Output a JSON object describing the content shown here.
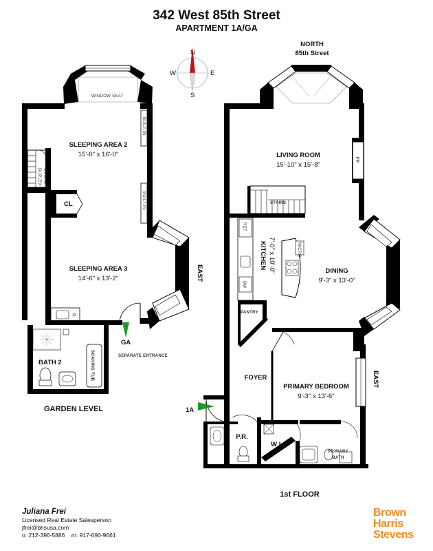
{
  "header": {
    "address": "342 West 85th Street",
    "unit": "APARTMENT 1A/GA"
  },
  "compass": {
    "n": "N",
    "s": "S",
    "e": "E",
    "w": "W"
  },
  "orientation": {
    "north_label": "NORTH",
    "street_label": "85th Street",
    "east_label_1": "EAST",
    "east_label_2": "EAST"
  },
  "garden": {
    "level_label": "GARDEN LEVEL",
    "window_seat": "WINDOW SEAT",
    "builtin_1": "BUILT-IN",
    "builtin_2": "BUILT-IN",
    "duplex_stairs_1": "DUPLEX",
    "duplex_stairs_2": "STAIRS",
    "closet": "CL",
    "sleeping2_name": "SLEEPING AREA 2",
    "sleeping2_dim": "15'-0\" x 16'-0\"",
    "sleeping3_name": "SLEEPING AREA 3",
    "sleeping3_dim": "14'-6\" x 13'-2\"",
    "bath_name": "BATH 2",
    "soaking_tub": "SOAKING TUB",
    "entrance_marker": "GA",
    "entrance_label": "SEPARATE ENTRANCE"
  },
  "first_floor": {
    "level_label": "1st FLOOR",
    "fireplace": "FP",
    "living_name": "LIVING ROOM",
    "living_dim": "15'-10\" x 15'-8\"",
    "stairs": "STAIRS",
    "kitchen_name": "KITCHEN",
    "kitchen_dim": "7'-0\" x 10'-0\"",
    "ref": "REF",
    "dw": "DW",
    "micro": "MICRO",
    "dining_name": "DINING",
    "dining_dim": "9'-3\" x 13'-0\"",
    "pantry": "PANTRY",
    "foyer": "FOYER",
    "bedroom_name": "PRIMARY BEDROOM",
    "bedroom_dim": "9'-3\" x 13'-6\"",
    "entrance_marker": "1A",
    "powder_room": "P.R.",
    "wic": "W I C",
    "primary_bath_1": "PRIMARY",
    "primary_bath_2": "BATH"
  },
  "agent": {
    "name": "Juliana Frei",
    "title": "Licensed Real Estate Salesperson",
    "email": "jfrei@bhsusa.com",
    "phones": "o: 212-396-5886    m: 917-690-9661"
  },
  "brand": {
    "line1": "Brown",
    "line2": "Harris",
    "line3": "Stevens",
    "color": "#ec8a22"
  },
  "colors": {
    "wall": "#000000",
    "arrow_green": "#1a9a2a",
    "compass_red": "#c0141b"
  }
}
